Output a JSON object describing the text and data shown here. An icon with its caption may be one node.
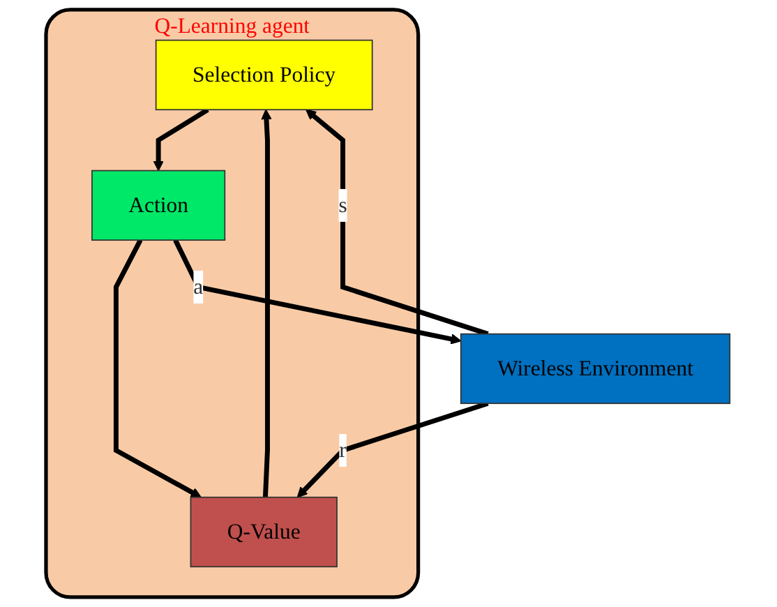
{
  "diagram": {
    "nodes": [
      {
        "text": [
          "Q-Learning agent"
        ]
      },
      {
        "text": [
          "Selection Policy"
        ],
        "in": 0
      },
      {
        "text": [
          "Action"
        ],
        "in": 0
      },
      {
        "text": [
          "Q-Value"
        ],
        "in": 0
      },
      {
        "text": [
          "Wireless Environment"
        ]
      }
    ],
    "edges": [
      {
        "from": 1,
        "to": 2,
        "arrow": "to"
      },
      {
        "from": 3,
        "to": 1,
        "arrow": "to"
      },
      {
        "from": 2,
        "to": 3,
        "arrow": "to"
      },
      {
        "from": 4,
        "to": 1,
        "arrow": "to",
        "label": "s"
      },
      {
        "from": 4,
        "to": 3,
        "arrow": "to",
        "label": "r"
      },
      {
        "from": 2,
        "to": 4,
        "arrow": "to",
        "label": "a"
      }
    ]
  }
}
